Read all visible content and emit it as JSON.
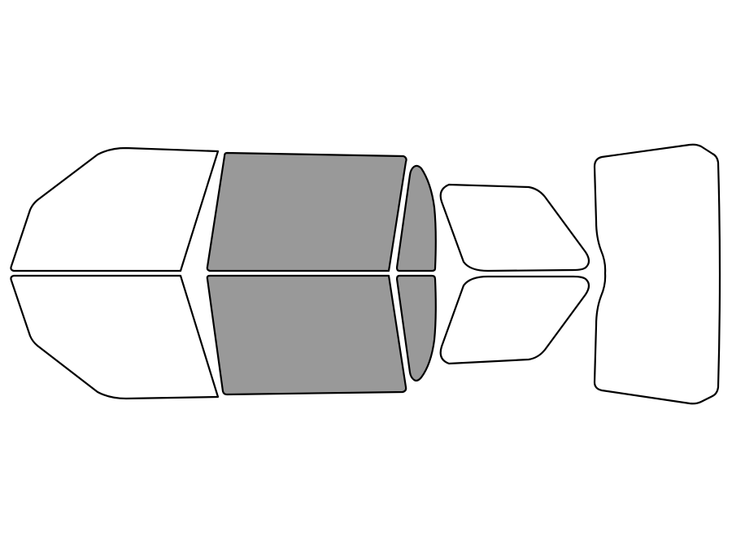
{
  "colors": {
    "background": "#ffffff",
    "outline": "#000000",
    "untinted_fill": "#ffffff",
    "tinted_fill": "#999999"
  },
  "windows": [
    {
      "name": "windshield-upper-half",
      "tinted": false
    },
    {
      "name": "windshield-lower-half",
      "tinted": false
    },
    {
      "name": "front-door-window-upper",
      "tinted": true
    },
    {
      "name": "front-door-window-lower",
      "tinted": true
    },
    {
      "name": "front-quarter-window-upper",
      "tinted": true
    },
    {
      "name": "front-quarter-window-lower",
      "tinted": true
    },
    {
      "name": "rear-door-window-upper",
      "tinted": false
    },
    {
      "name": "rear-door-window-lower",
      "tinted": false
    },
    {
      "name": "rear-window",
      "tinted": false
    }
  ]
}
